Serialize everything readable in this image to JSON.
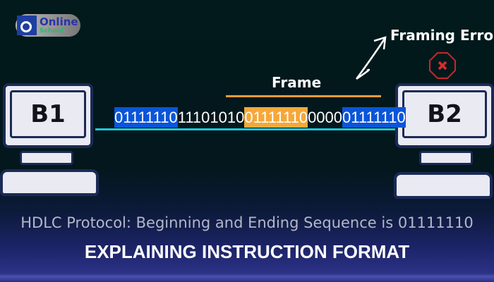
{
  "logo": {
    "text": "Online",
    "subtext": "School"
  },
  "diagram": {
    "bits": [
      {
        "text": "01111110",
        "highlight": "blue"
      },
      {
        "text": "11101010",
        "highlight": "none"
      },
      {
        "text": "01111110",
        "highlight": "orange"
      },
      {
        "text": "0000",
        "highlight": "none"
      },
      {
        "text": "01111110",
        "highlight": "blue"
      }
    ],
    "frame_label": "Frame",
    "error_label": "Framing Error",
    "left_computer": "B1",
    "right_computer": "B2",
    "colors": {
      "blue": "#0a55d8",
      "orange": "#f4a83a",
      "wire": "#1fc6d8",
      "error": "#c62828"
    }
  },
  "subtitle": "HDLC Protocol: Beginning and Ending Sequence is 01111110",
  "title": "EXPLAINING INSTRUCTION FORMAT"
}
